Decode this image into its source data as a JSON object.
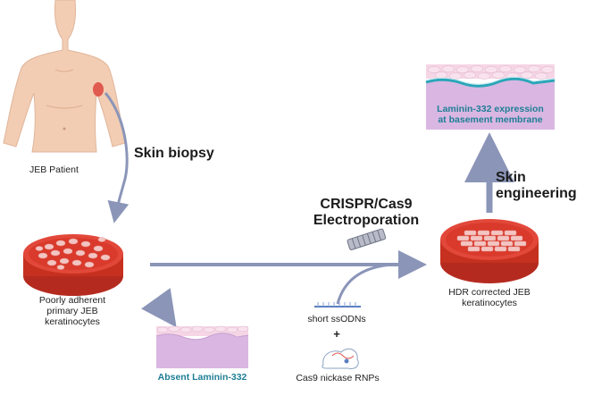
{
  "labels": {
    "patient": "JEB Patient",
    "biopsy": "Skin biopsy",
    "dish_left_line1": "Poorly adherent",
    "dish_left_line2": "primary JEB",
    "dish_left_line3": "keratinocytes",
    "absent": "Absent Laminin-332",
    "crispr_line1": "CRISPR/Cas9",
    "crispr_line2": "Electroporation",
    "ssodn": "short ssODNs",
    "plus": "+",
    "rnp": "Cas9 nickase RNPs",
    "dish_right_line1": "HDR corrected JEB",
    "dish_right_line2": "keratinocytes",
    "engineering": "Skin engineering",
    "laminin_line1": "Laminin-332 expression",
    "laminin_line2": "at basement membrane"
  },
  "colors": {
    "arrow": "#8b95b8",
    "dish_red": "#d93a2b",
    "skin_tone": "#f2cdb3",
    "tissue_pink": "#f0c6dc",
    "tissue_lilac": "#d9b7e2",
    "teal_text": "#1f7e96"
  }
}
